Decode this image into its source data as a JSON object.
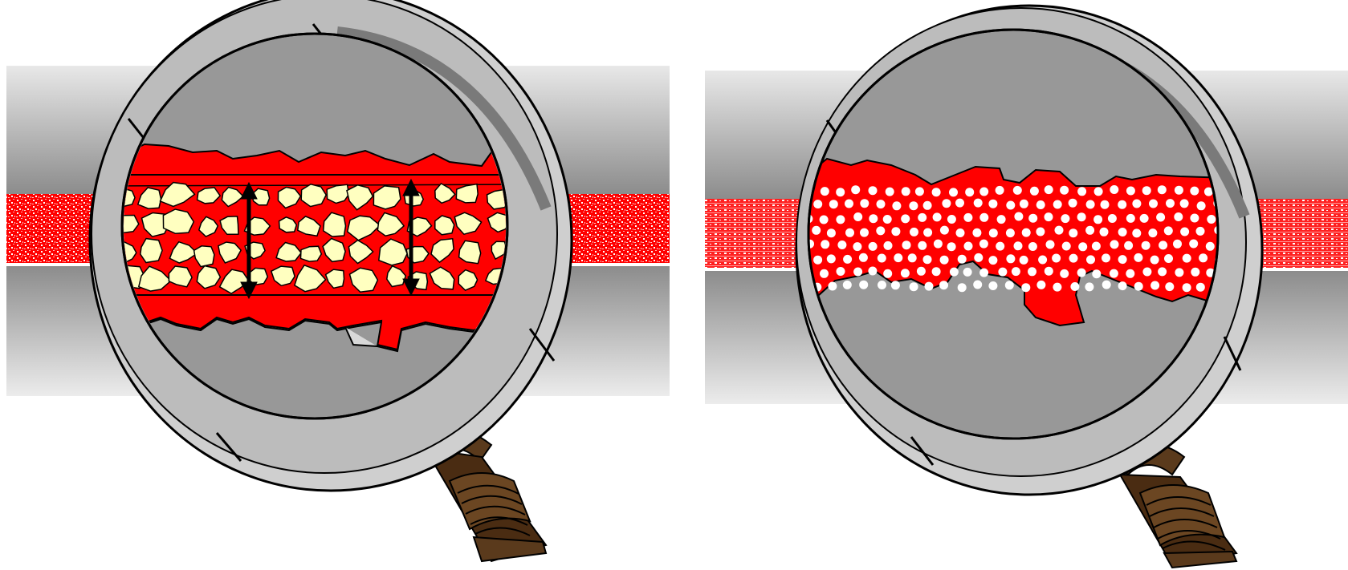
{
  "page": {
    "title": ""
  },
  "panels": [
    {
      "id": "plaque",
      "vessel_color": "#ff0000",
      "wall_color": "#9a9a9a",
      "lumen_texture": "white-speckle",
      "content": "yellow-particles",
      "particle_color": "#ffffc0",
      "arrows": 2,
      "magnifier": {
        "rim_color": "#c6c6c6",
        "handle_color": "#5a3a1c"
      }
    },
    {
      "id": "dots",
      "vessel_color": "#ff0000",
      "wall_color": "#9a9a9a",
      "lumen_texture": "white-speckle",
      "content": "white-dots",
      "particle_color": "#ffffff",
      "arrows": 0,
      "magnifier": {
        "rim_color": "#c6c6c6",
        "handle_color": "#5a3a1c"
      }
    }
  ]
}
